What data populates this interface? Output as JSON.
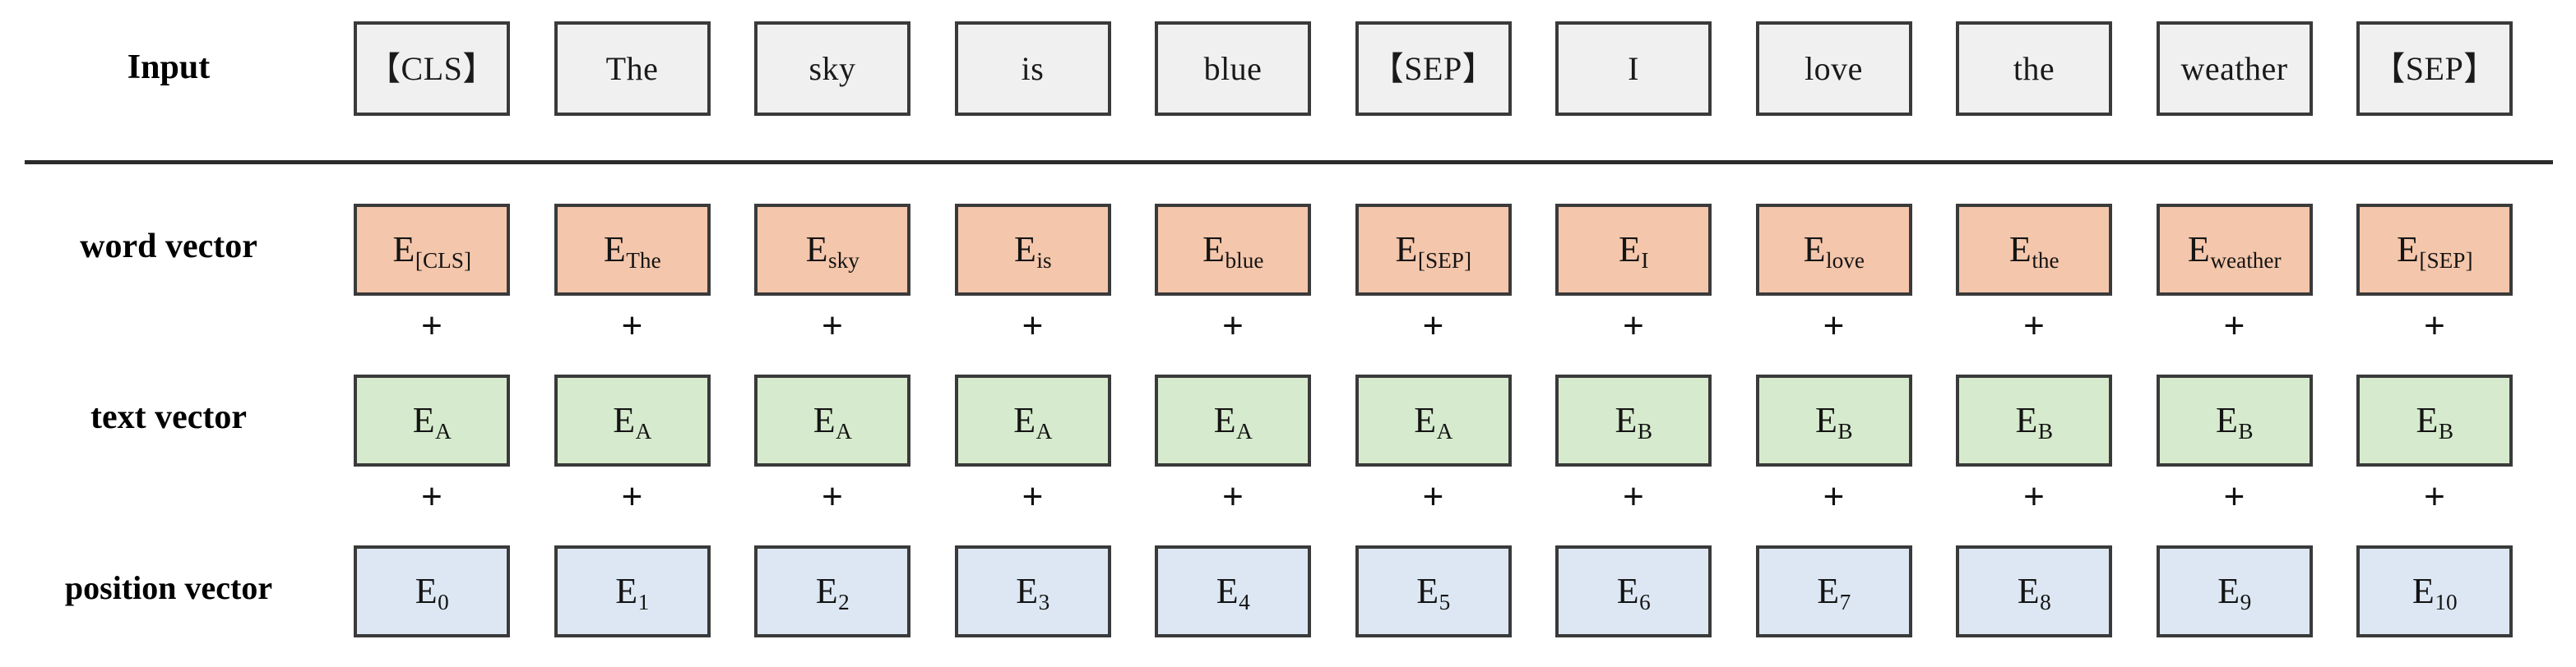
{
  "labels": {
    "input": "Input",
    "word_vector": "word vector",
    "text_vector": "text vector",
    "position_vector": "position vector"
  },
  "colors": {
    "input_fill": "#f0f0f0",
    "word_fill": "#f4c6ab",
    "text_fill": "#d6ebcd",
    "position_fill": "#dce7f3",
    "border": "#3a3a3a",
    "divider": "#2b2b2b",
    "text": "#141414",
    "background": "#ffffff"
  },
  "operator": "+",
  "tokens": [
    {
      "input": "【CLS】",
      "word_base": "E",
      "word_sub": "[CLS]",
      "text_base": "E",
      "text_sub": "A",
      "pos_base": "E",
      "pos_sub": "0"
    },
    {
      "input": "The",
      "word_base": "E",
      "word_sub": "The",
      "text_base": "E",
      "text_sub": "A",
      "pos_base": "E",
      "pos_sub": "1"
    },
    {
      "input": "sky",
      "word_base": "E",
      "word_sub": "sky",
      "text_base": "E",
      "text_sub": "A",
      "pos_base": "E",
      "pos_sub": "2"
    },
    {
      "input": "is",
      "word_base": "E",
      "word_sub": "is",
      "text_base": "E",
      "text_sub": "A",
      "pos_base": "E",
      "pos_sub": "3"
    },
    {
      "input": "blue",
      "word_base": "E",
      "word_sub": "blue",
      "text_base": "E",
      "text_sub": "A",
      "pos_base": "E",
      "pos_sub": "4"
    },
    {
      "input": "【SEP】",
      "word_base": "E",
      "word_sub": "[SEP]",
      "text_base": "E",
      "text_sub": "A",
      "pos_base": "E",
      "pos_sub": "5"
    },
    {
      "input": "I",
      "word_base": "E",
      "word_sub": "I",
      "text_base": "E",
      "text_sub": "B",
      "pos_base": "E",
      "pos_sub": "6"
    },
    {
      "input": "love",
      "word_base": "E",
      "word_sub": "love",
      "text_base": "E",
      "text_sub": "B",
      "pos_base": "E",
      "pos_sub": "7"
    },
    {
      "input": "the",
      "word_base": "E",
      "word_sub": "the",
      "text_base": "E",
      "text_sub": "B",
      "pos_base": "E",
      "pos_sub": "8"
    },
    {
      "input": "weather",
      "word_base": "E",
      "word_sub": "weather",
      "text_base": "E",
      "text_sub": "B",
      "pos_base": "E",
      "pos_sub": "9"
    },
    {
      "input": "【SEP】",
      "word_base": "E",
      "word_sub": "[SEP]",
      "text_base": "E",
      "text_sub": "B",
      "pos_base": "E",
      "pos_sub": "10"
    }
  ]
}
